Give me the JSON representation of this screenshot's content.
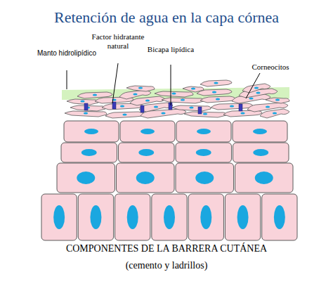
{
  "diagram": {
    "title": "Retención de agua en la capa córnea",
    "caption": "COMPONENTES DE LA BARRERA CUTÁNEA",
    "labels": [
      "Manto hidrolipídico",
      "Factor hidratante natural",
      "Bicapa lipídica",
      "Corneocitos",
      "(cemento y ladrillos)"
    ]
  }
}
